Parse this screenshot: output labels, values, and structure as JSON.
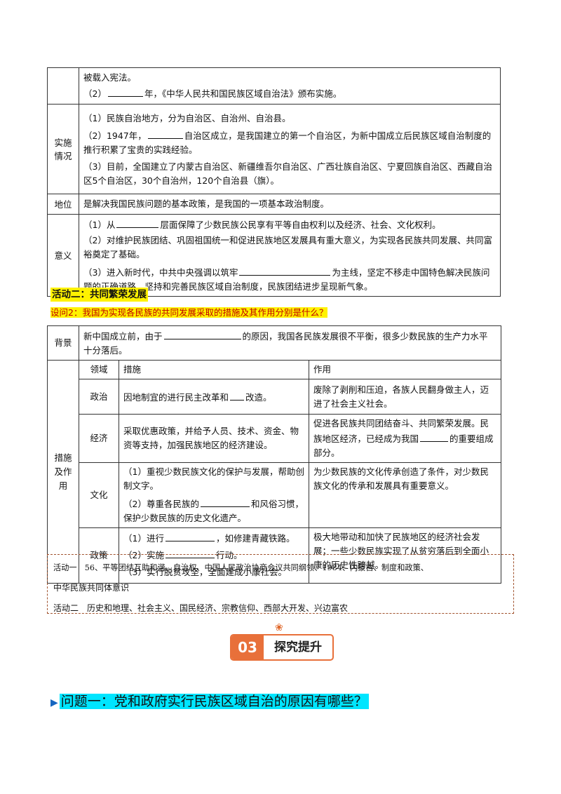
{
  "table1": {
    "row0": {
      "line1": "被载入宪法。",
      "line2_a": "（2）",
      "line2_b": "年，《中华人民共和国民族区域自治法》颁布实施。"
    },
    "row_impl": {
      "label": "实施情况",
      "item1": "（1）民族自治地方，分为自治区、自治州、自治县。",
      "item2_a": "（2）1947年，",
      "item2_b": "自治区成立，是我国建立的第一个自治区，为新中国成立后民族区域自治制度的推行积累了宝贵的实践经验。",
      "item3": "（3）目前，全国建立了内蒙古自治区、新疆维吾尔自治区、广西壮族自治区、宁夏回族自治区、西藏自治区5个自治区，30个自治州，120个自治县（旗）。"
    },
    "row_status": {
      "label": "地位",
      "text": "是解决我国民族问题的基本政策，是我国的一项基本政治制度。"
    },
    "row_meaning": {
      "label": "意义",
      "item1_a": "（1）从",
      "item1_b": "层面保障了少数民族公民享有平等自由权利以及经济、社会、文化权利。",
      "item2": "（2）对维护民族团结、巩固祖国统一和促进民族地区发展具有重大意义，为实现各民族共同发展、共同富裕奠定了基础。",
      "item3_a": "（3）进入新时代，中共中央强调以筑牢",
      "item3_b": "为主线，坚定不移走中国特色解决民族问题的正确道路，坚持和完善民族区域自治制度，民族团结进步呈现新气象。"
    }
  },
  "activity2_title": "活动二：共同繁荣发展",
  "question2": {
    "prefix": "设问2：",
    "text": "我国为实现各民族的共同发展采取的措施及其作用分别是什么？"
  },
  "table2": {
    "background": {
      "label": "背景",
      "text_a": "新中国成立前，由于",
      "text_b": "的原因，我国各民族发展很不平衡，很多少数民族的生产力水平十分落后。"
    },
    "measures_label": "措施及作用",
    "headers": {
      "domain": "领域",
      "measure": "措施",
      "effect": "作用"
    },
    "politics": {
      "domain": "政治",
      "measure_a": "因地制宜的进行民主改革和",
      "measure_b": "改造。",
      "effect": "废除了剥削和压迫，各族人民翻身做主人，迈进了社会主义社会。"
    },
    "economy": {
      "domain": "经济",
      "measure": "采取优惠政策，并给予人员、技术、资金、物资等支持，加强民族地区的经济建设。",
      "effect_a": "促进各民族共同团结奋斗、共同繁荣发展。民族地区经济，已经成为我国",
      "effect_b": "的重要组成部分。"
    },
    "culture": {
      "domain": "文化",
      "measure1": "（1）重视少数民族文化的保护与发展，帮助创制文字。",
      "measure2_a": "（2）尊重各民族的",
      "measure2_b": "和风俗习惯，保护少数民族的历史文化遗产。",
      "effect": "为少数民族的文化传承创造了条件，对少数民族文化的传承和发展具有重要意义。"
    },
    "policy": {
      "domain": "政策",
      "measure1_a": "（1）进行",
      "measure1_b": "，如修建青藏铁路。",
      "measure2_a": "（2）实施",
      "measure2_b": "行动。",
      "measure3": "（3）实行脱贫攻坚，全面建成小康社会。",
      "effect": "极大地带动和加快了民族地区的经济社会发展；一些少数民族实现了从贫穷落后到全面小康的历史性跨越。"
    }
  },
  "answers": {
    "line1": "活动一　56、平等团结互助和谐、自治权、中国人民政治协商会议共同纲领、1984、内蒙古、制度和政策、",
    "line2": "中华民族共同体意识",
    "line3": "活动二　历史和地理、社会主义、国民经济、宗教信仰、西部大开发、兴边富农"
  },
  "section_badge": {
    "number": "03",
    "title": "探究提升"
  },
  "question1": "问题一：党和政府实行民族区域自治的原因有哪些？"
}
